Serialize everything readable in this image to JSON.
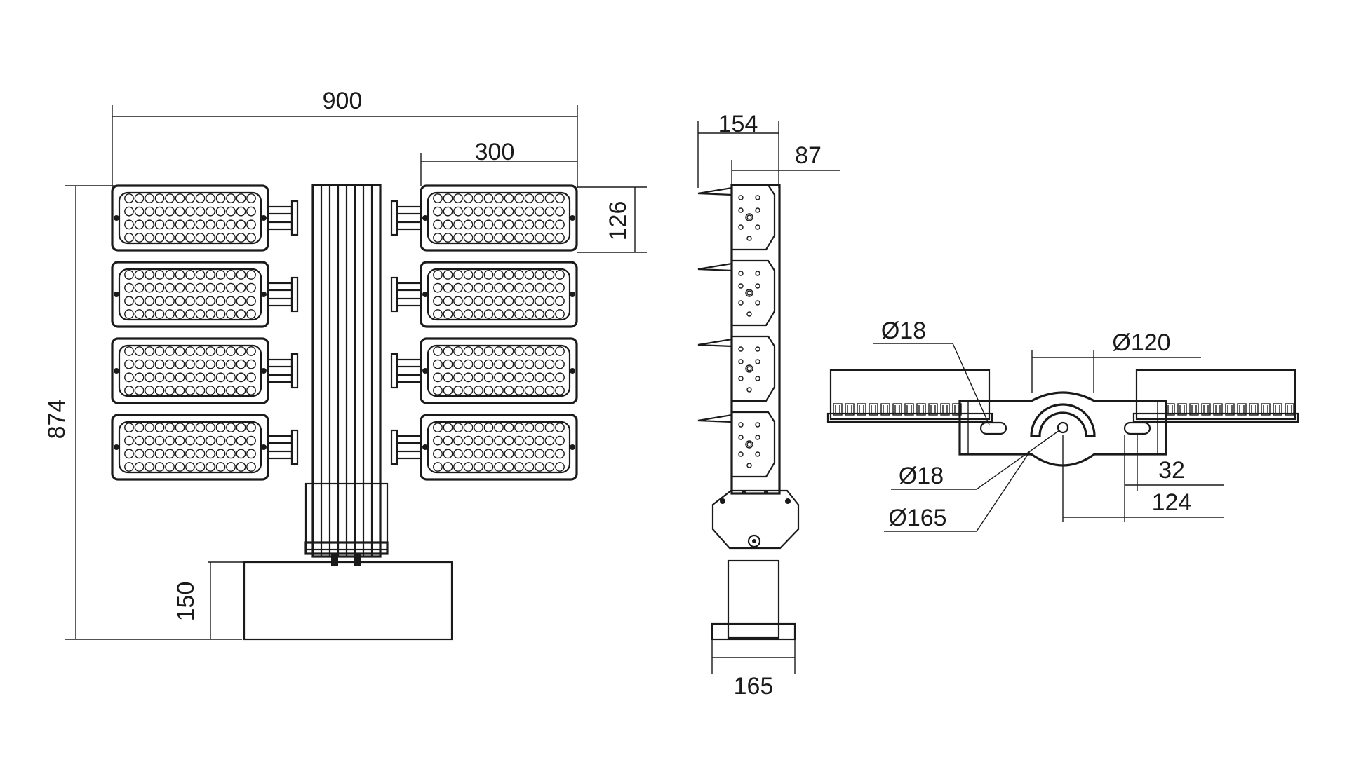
{
  "front_view": {
    "overall_width": "900",
    "module_width": "300",
    "module_height": "126",
    "overall_height": "874",
    "base_height": "150"
  },
  "side_view": {
    "depth": "154",
    "offset": "87",
    "base_width": "165"
  },
  "bracket_view": {
    "slot_diameter_top": "Ø18",
    "pivot_diameter": "Ø120",
    "hole_diameter": "Ø18",
    "arc_diameter": "Ø165",
    "slot_width": "32",
    "slot_spacing": "124"
  },
  "colors": {
    "line": "#1a1a1a",
    "background": "#ffffff"
  }
}
